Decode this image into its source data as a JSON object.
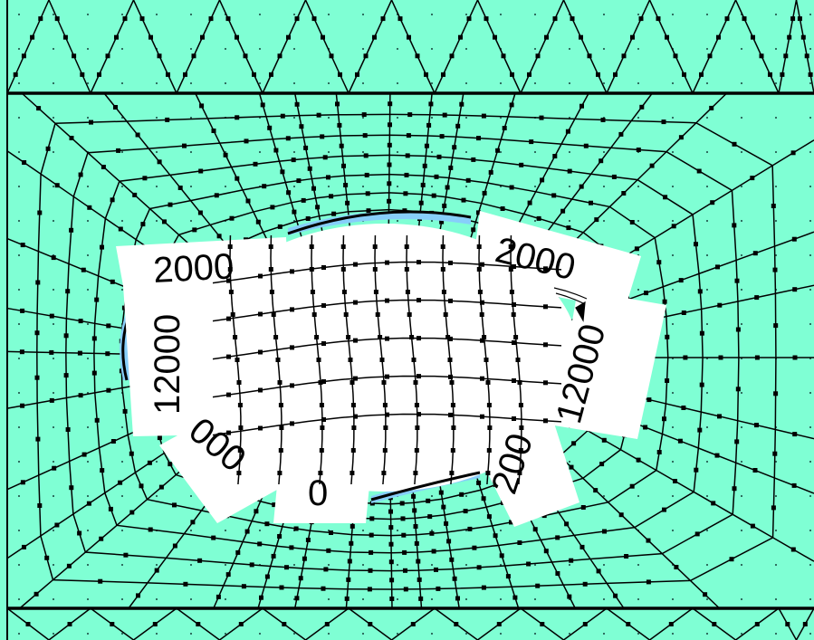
{
  "colors": {
    "mesh_fill": "#7fffd4",
    "mesh_line": "#000000",
    "gap_fill": "#87cefa",
    "label_bg": "#ffffff",
    "dot_color": "#000000"
  },
  "labels": {
    "top_left": "2000",
    "top_right": "2000",
    "left": "12000",
    "right": "12000",
    "bottom_left": "000",
    "bottom_center": "0",
    "bottom_right": "200"
  }
}
